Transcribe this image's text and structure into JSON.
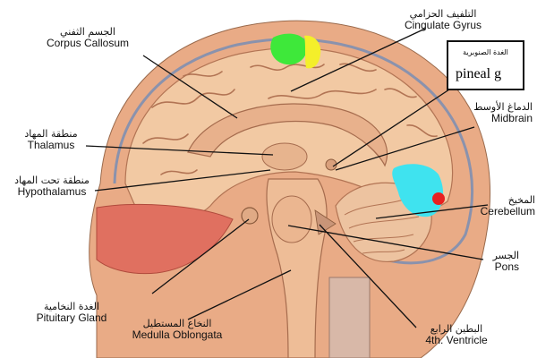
{
  "labels": {
    "corpus_callosum": {
      "ar": "الجسم الثفني",
      "en": "Corpus Callosum"
    },
    "cingulate_gyrus": {
      "ar": "التلفيف الحزامي",
      "en": "Cingulate Gyrus"
    },
    "pineal": {
      "ar": "الغدة الصنوبرية",
      "en": "pineal g"
    },
    "midbrain": {
      "ar": "الدماغ الأوسط",
      "en": "Midbrain"
    },
    "thalamus": {
      "ar": "منطقة المهاد",
      "en": "Thalamus"
    },
    "hypothalamus": {
      "ar": "منطقة تحت المهاد",
      "en": "Hypothalamus"
    },
    "cerebellum": {
      "ar": "المخيخ",
      "en": "Cerebellum"
    },
    "pons": {
      "ar": "الجسر",
      "en": "Pons"
    },
    "pituitary": {
      "ar": "الغدة النخامية",
      "en": "Pituitary Gland"
    },
    "medulla": {
      "ar": "النخاع المستطيل",
      "en": "Medulla Oblongata"
    },
    "fourth_ventricle": {
      "ar": "البطين الرابع",
      "en": "4th. Ventricle"
    }
  },
  "colors": {
    "skin": "#e9ab86",
    "brain": "#f2c9a3",
    "gyri_line": "#b27454",
    "dura": "#8a92ad",
    "nasal": "#e07060",
    "highlight_green": "#3ee83a",
    "highlight_yellow": "#f4ef2a",
    "highlight_cyan": "#3fe3ef",
    "highlight_red": "#e82020"
  }
}
